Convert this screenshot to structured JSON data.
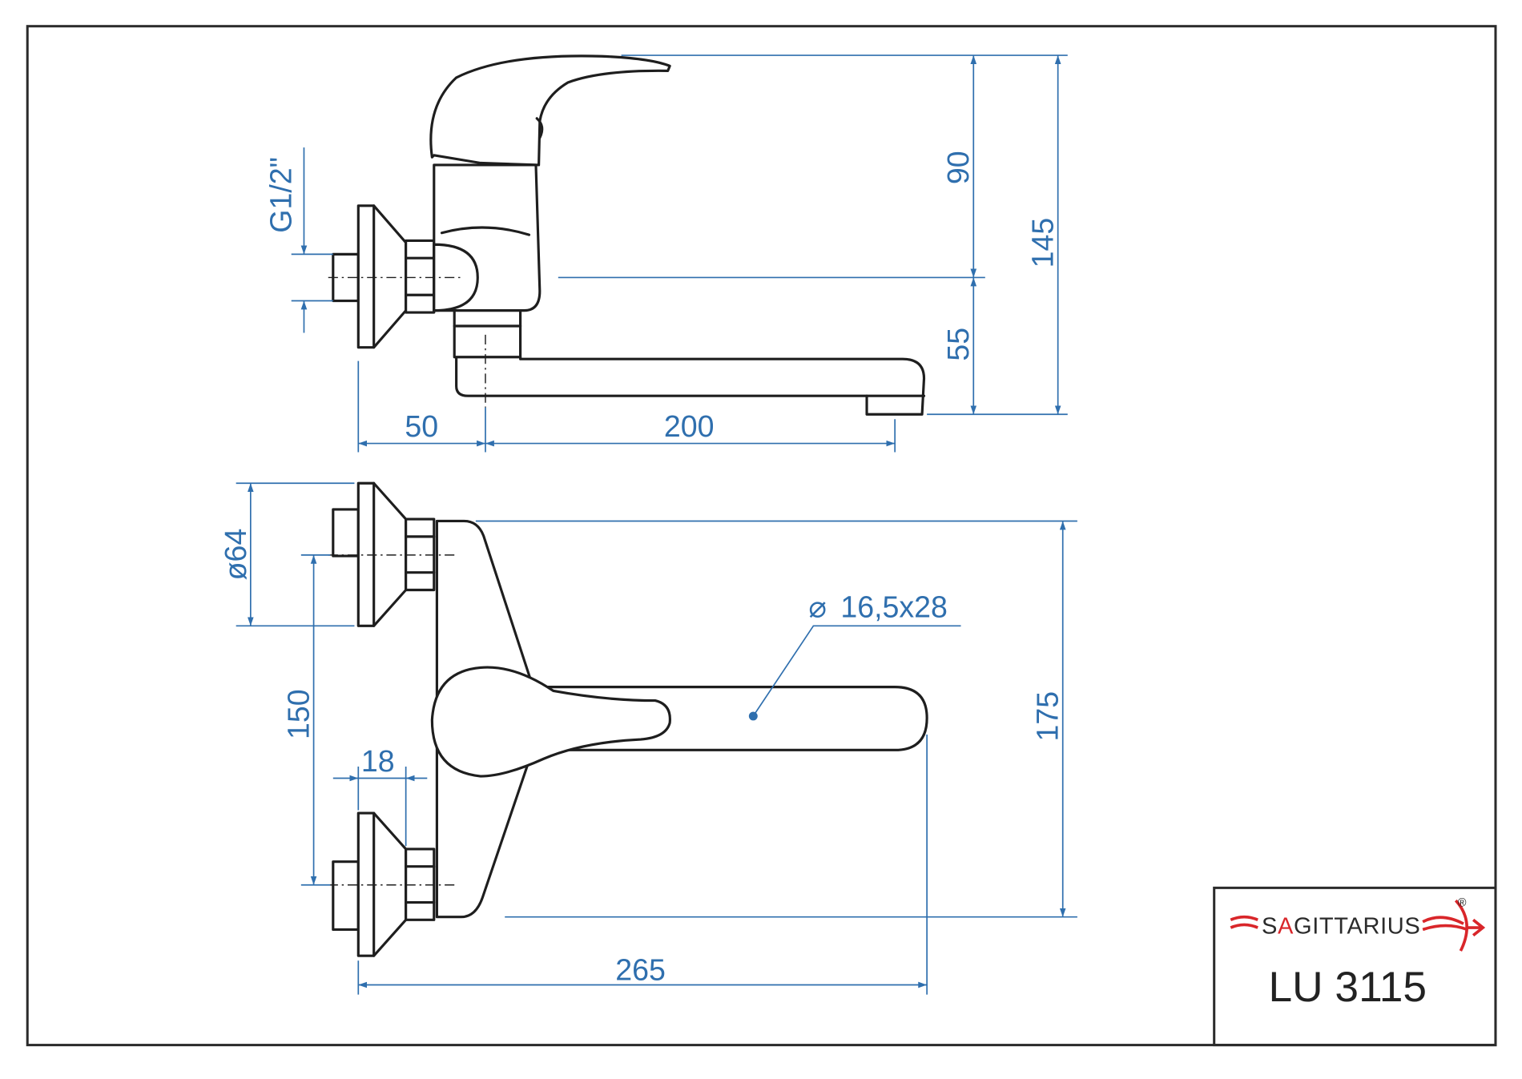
{
  "drawing": {
    "side_view": {
      "thread_label": "G1/2\"",
      "dim_handle_height": "90",
      "dim_spout_height": "55",
      "dim_total_height": "145",
      "dim_wall_to_axis": "50",
      "dim_spout_reach": "200"
    },
    "top_view": {
      "dim_flange_diameter": "ø64",
      "dim_inlet_spacing": "150",
      "dim_flange_depth": "18",
      "dim_body_width": "175",
      "dim_total_length": "265",
      "spout_section": "16,5x28",
      "spout_section_symbol": "⌀"
    },
    "colors": {
      "dimension": "#2f6fae",
      "line": "#1e1e1e",
      "brand_red": "#d9262a"
    }
  },
  "title_block": {
    "brand_prefix": "S",
    "brand_accent": "A",
    "brand_rest": "GITTARIUS",
    "registered": "®",
    "model": "LU 3115"
  }
}
